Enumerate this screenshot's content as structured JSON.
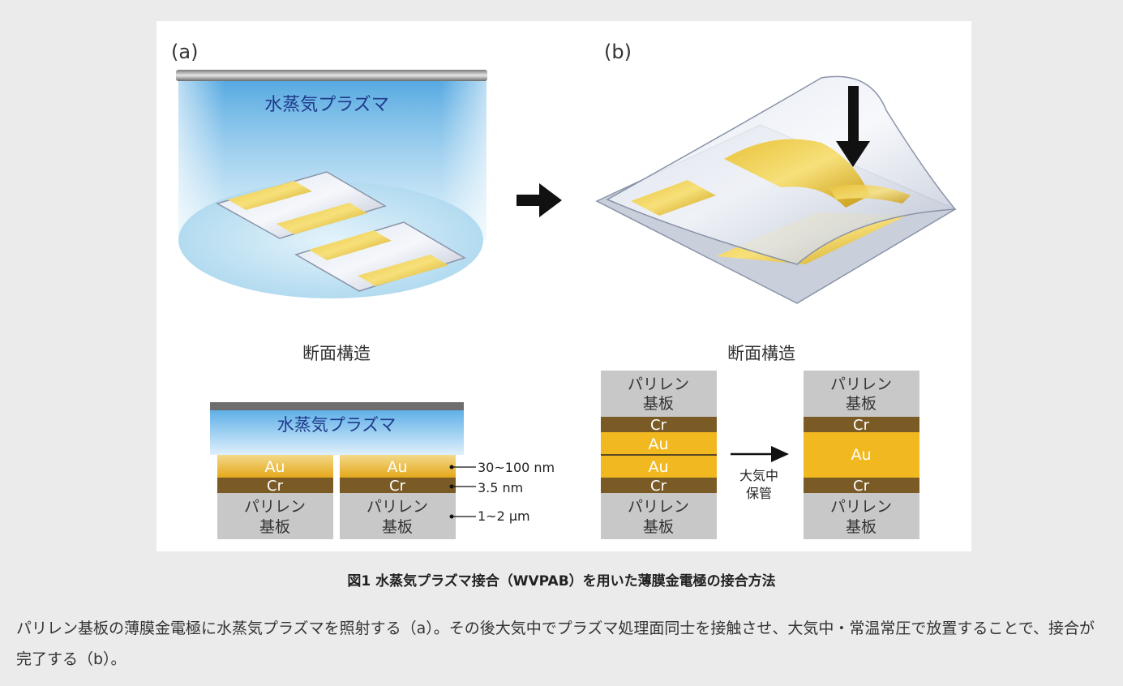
{
  "figure": {
    "panel_a": {
      "label": "(a)",
      "plasma_label": "水蒸気プラズマ",
      "section_title": "断面構造",
      "cross_section": {
        "plasma_label": "水蒸気プラズマ",
        "layer_au": "Au",
        "layer_cr": "Cr",
        "substrate_line1": "パリレン",
        "substrate_line2": "基板",
        "dim_au": "30~100 nm",
        "dim_cr": "3.5 nm",
        "dim_substrate": "1~2 μm"
      }
    },
    "panel_b": {
      "label": "(b)",
      "section_title": "断面構造",
      "before_stack": {
        "substrate_line1": "パリレン",
        "substrate_line2": "基板",
        "layer_cr": "Cr",
        "layer_au": "Au"
      },
      "arrow_label_line1": "大気中",
      "arrow_label_line2": "保管",
      "after_stack": {
        "substrate_line1": "パリレン",
        "substrate_line2": "基板",
        "layer_cr": "Cr",
        "layer_au": "Au"
      }
    },
    "colors": {
      "gold": "#f2b81f",
      "chromium": "#7a5b26",
      "parylene": "#c8c8c8",
      "plasma_blue": "#6fb6e6",
      "background": "#ebebeb"
    }
  },
  "caption": "図1 水蒸気プラズマ接合（WVPAB）を用いた薄膜金電極の接合方法",
  "description": "パリレン基板の薄膜金電極に水蒸気プラズマを照射する（a）。その後大気中でプラズマ処理面同士を接触させ、大気中・常温常圧で放置することで、接合が完了する（b）。"
}
